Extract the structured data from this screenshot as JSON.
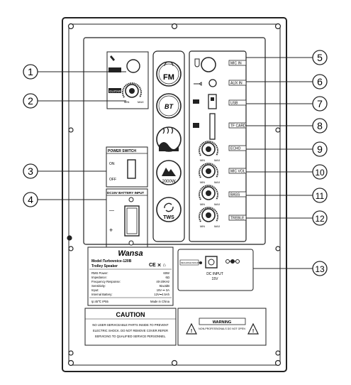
{
  "callouts": [
    "1",
    "2",
    "3",
    "4",
    "5",
    "6",
    "7",
    "8",
    "9",
    "10",
    "11",
    "12",
    "13"
  ],
  "left_controls": {
    "guitar_label": "GUITAR",
    "min": "MIN",
    "max": "MAX"
  },
  "power_switch": {
    "title": "POWER SWITCH",
    "on": "ON",
    "off": "OFF"
  },
  "dc_input": {
    "title": "DC15V BATTERY INPUT",
    "minus": "—",
    "plus": "+"
  },
  "features": {
    "fm": "FM",
    "bt": "BT",
    "power_rating": "2000W",
    "tws": "TWS"
  },
  "right_panel": {
    "mic_in": "MIC IN",
    "aux_in": "AUX IN",
    "usb": "USB",
    "tf_card": "TF CARD",
    "echo": "ECHO",
    "mic_vol": "MIC VOL",
    "bass": "BASS",
    "treble": "TREBLE",
    "min": "MIN",
    "max": "MAX"
  },
  "spec_label": {
    "brand": "Wansa",
    "model": "Model:Turbovoice-120B",
    "product": "Trolley Speaker",
    "rows": [
      {
        "key": "RMS Power:",
        "value": "60W"
      },
      {
        "key": "Impedance:",
        "value": "6Ω"
      },
      {
        "key": "Frequency Response:",
        "value": "40-20KHz"
      },
      {
        "key": "Sensitivity:",
        "value": "92±3dB"
      },
      {
        "key": "Input:",
        "value": "15V ⎓ 3A"
      },
      {
        "key": "Internal Battery:",
        "value": "12V⎓4.5Ah"
      }
    ],
    "footer_left": "Ip:45℃ IP55",
    "footer_right": "Made in China"
  },
  "dc_input_bottom": {
    "label": "DC INPUT",
    "voltage": "15V",
    "indicator_text": "RECHARGE INDICATOR"
  },
  "caution": {
    "title": "CAUTION",
    "line1": "NO USER-SERVICEABLE PARTS INSIDE.TO PREVENT",
    "line2": "ELECTRIC SHOCK. DO NOT REMOVE COVER.REFER",
    "line3": "SERVICING TO QUALIFIED SERVICE PERSONNEL."
  },
  "warning": {
    "title": "WARNING",
    "text": "NON-PROFESSIONALS DO NOT OPEN"
  }
}
